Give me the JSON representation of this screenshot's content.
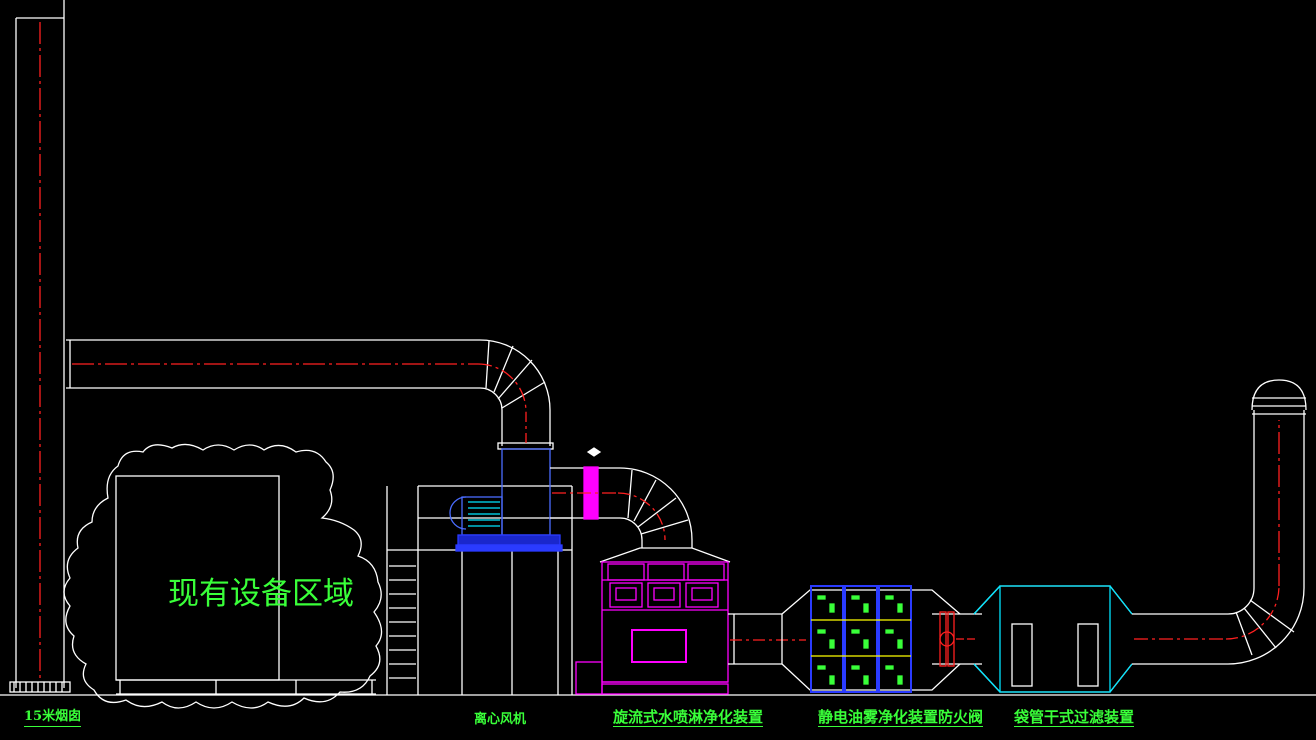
{
  "region": {
    "label": "现有设备区域"
  },
  "labels": {
    "stack": "15米烟囱",
    "fan": "离心风机",
    "scrubber": "旋流式水喷淋净化装置",
    "esp": "静电油雾净化装置",
    "damper": "防火阀",
    "filter": "袋管干式过滤装置"
  },
  "colors": {
    "background": "#000000",
    "outline": "#ffffff",
    "centerline": "#ff2020",
    "text": "#39ff39",
    "magenta": "#ff00ff",
    "cyan": "#00e5ff",
    "blue": "#2a3bff",
    "yellow": "#ffff00"
  }
}
